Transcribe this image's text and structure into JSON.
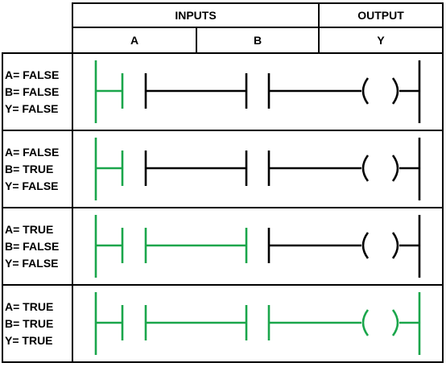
{
  "header": {
    "inputs": "INPUTS",
    "output": "OUTPUT",
    "col_a": "A",
    "col_b": "B",
    "col_y": "Y"
  },
  "colors": {
    "energized": "#1aa64b",
    "de_energized": "#000000"
  },
  "rows": [
    {
      "labels": [
        "A= FALSE",
        "B= FALSE",
        "Y= FALSE"
      ],
      "a": false,
      "b": false,
      "y": false
    },
    {
      "labels": [
        "A= FALSE",
        "B= TRUE",
        "Y= FALSE"
      ],
      "a": false,
      "b": true,
      "y": false
    },
    {
      "labels": [
        "A= TRUE",
        "B= FALSE",
        "Y= FALSE"
      ],
      "a": true,
      "b": false,
      "y": false
    },
    {
      "labels": [
        "A= TRUE",
        "B= TRUE",
        "Y= TRUE"
      ],
      "a": true,
      "b": true,
      "y": true
    }
  ]
}
